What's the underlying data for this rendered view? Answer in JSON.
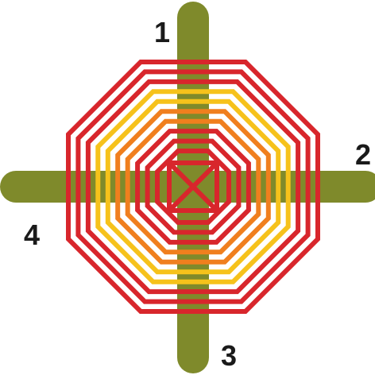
{
  "diagram": {
    "stick_labels": [
      "1",
      "2",
      "3",
      "4"
    ],
    "colors": {
      "stick": "#7f8a2b",
      "yarn_red": "#d8262c",
      "yarn_orange": "#f07f1e",
      "yarn_yellow": "#f6c21b",
      "center_cross": "#d8262c",
      "label": "#1a1a1a"
    },
    "yarn_rings_outer_to_inner": [
      "red",
      "red",
      "red",
      "yellow",
      "yellow",
      "orange",
      "orange",
      "red",
      "red",
      "red"
    ]
  }
}
